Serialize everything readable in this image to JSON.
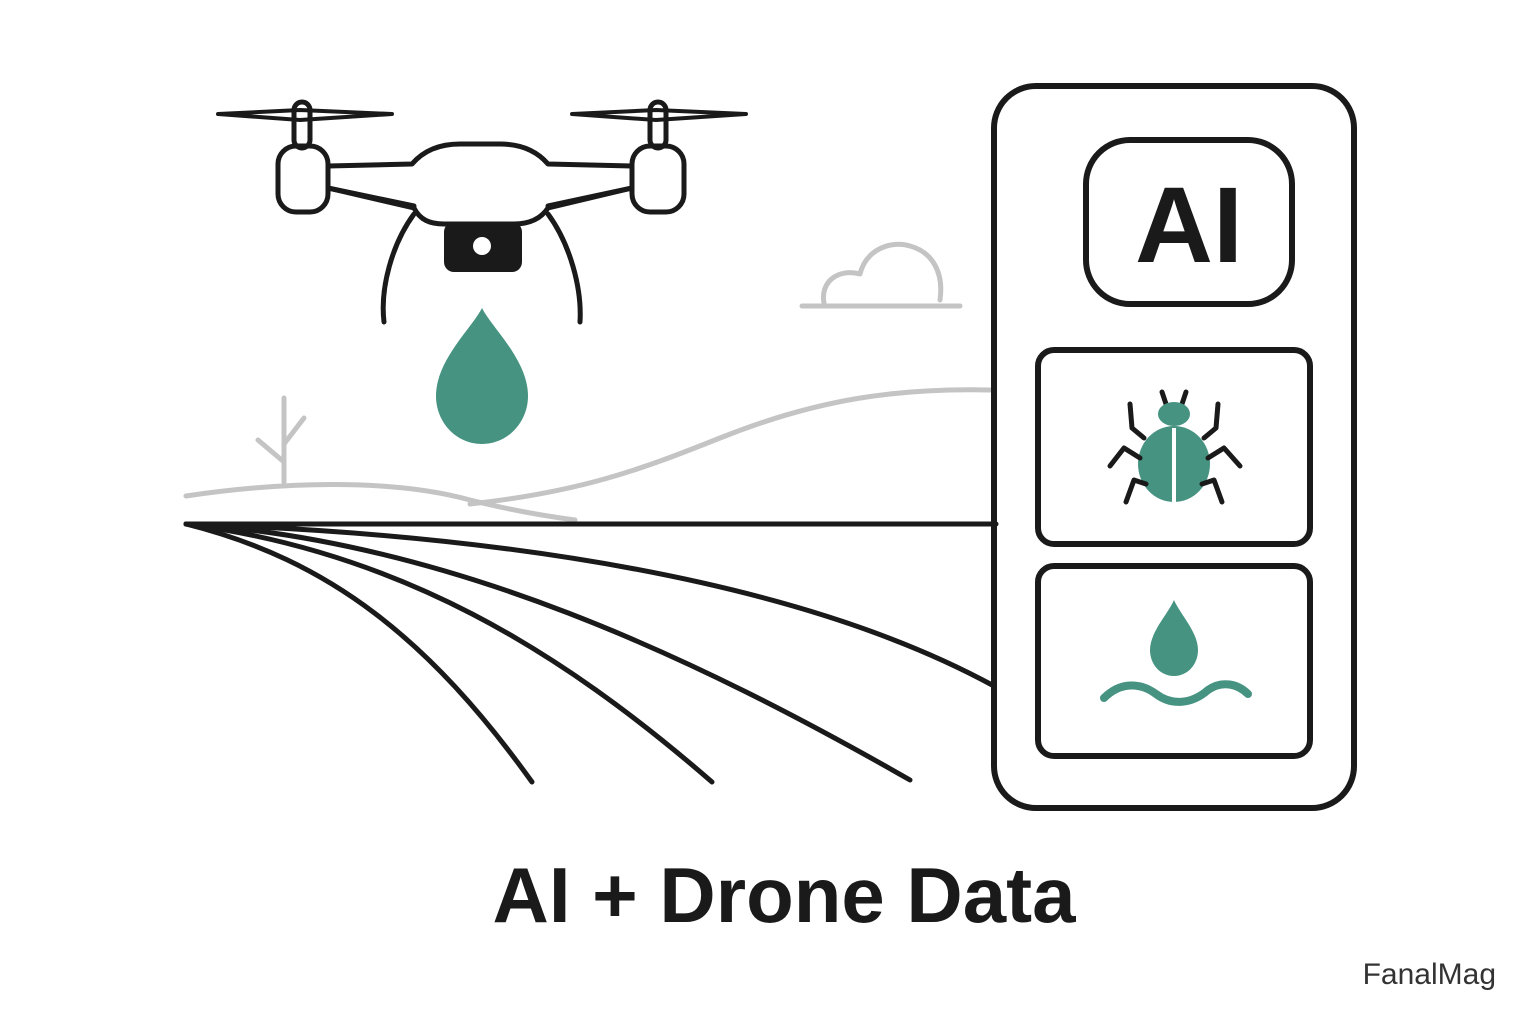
{
  "panel": {
    "ai_badge_label": "AI",
    "card_icons": [
      "pest-detection-bug-icon",
      "irrigation-water-icon"
    ]
  },
  "caption": "AI + Drone Data",
  "brand": "FanalMag",
  "colors": {
    "ink": "#1a1a1a",
    "accent_green": "#469381",
    "soft_gray": "#c4c4c4"
  },
  "icons": {
    "drone": "drone-icon",
    "drop": "water-drop-icon",
    "cloud": "cloud-icon",
    "plant": "plant-icon"
  }
}
